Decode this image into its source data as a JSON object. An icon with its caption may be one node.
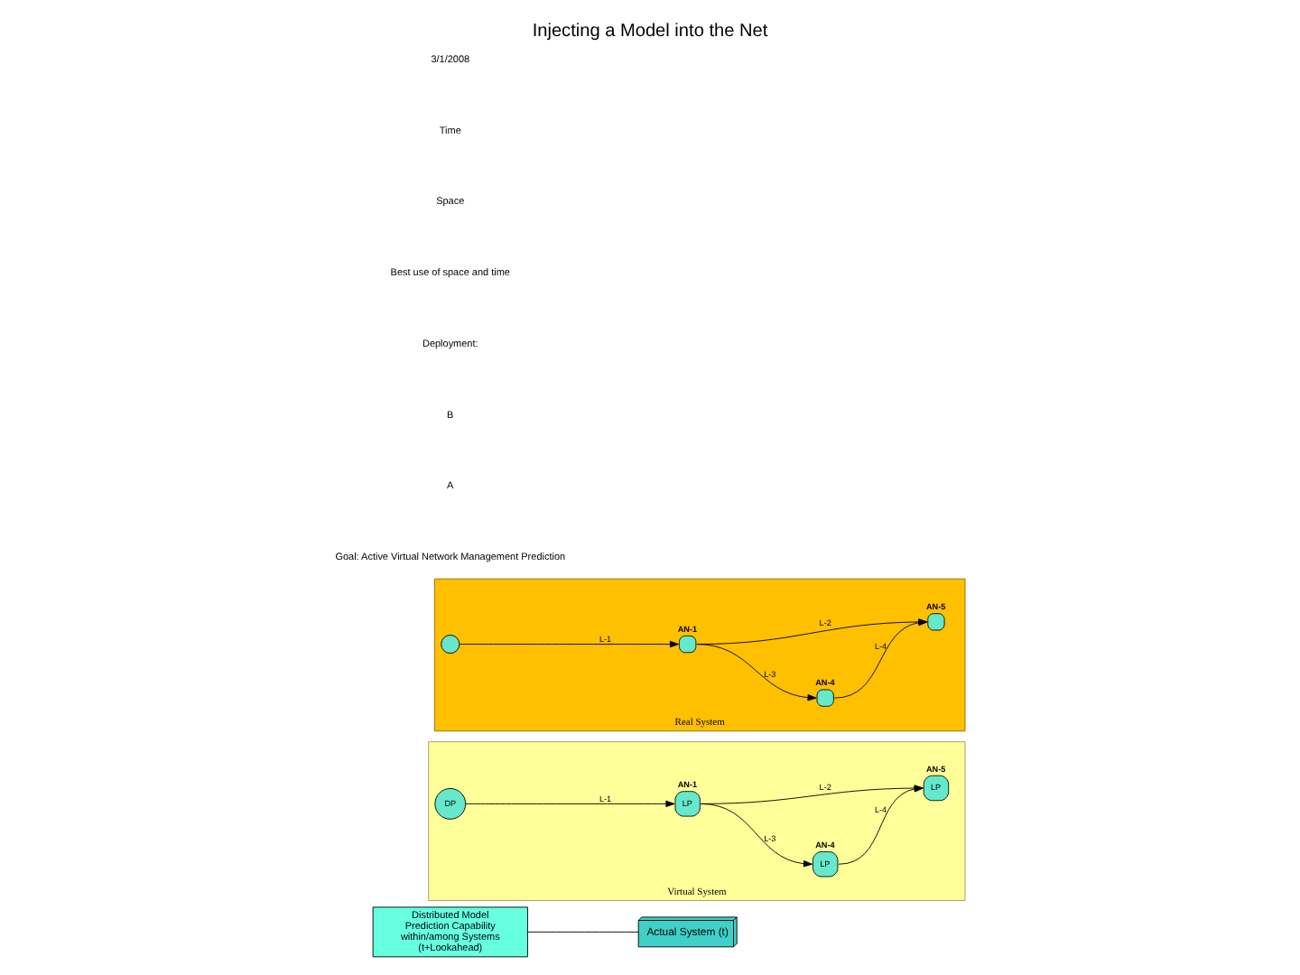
{
  "diagram": {
    "title": "Injecting a Model into the Net",
    "nodes": [
      {
        "text": [
          "Actual System (t)"
        ]
      },
      {
        "text": [
          "Distributed Model Prediction Capability within/among Systems (t+Lookahead)"
        ]
      },
      {
        "text": [
          "Virtual System"
        ]
      },
      {
        "text": [
          "DP"
        ],
        "in": 2
      },
      {
        "text": [
          "LP"
        ],
        "in": 2,
        "beside": [
          "AN-1"
        ]
      },
      {
        "text": [
          "LP"
        ],
        "in": 2,
        "beside": [
          "AN-4"
        ]
      },
      {
        "text": [
          "LP"
        ],
        "in": 2,
        "beside": [
          "AN-5"
        ]
      },
      {
        "text": [
          "Real System"
        ]
      },
      {
        "text": [],
        "shape": "circle",
        "in": 7
      },
      {
        "text": [],
        "shape": "circle",
        "in": 7,
        "beside": [
          "AN-1"
        ]
      },
      {
        "text": [],
        "shape": "circle",
        "in": 7,
        "beside": [
          "AN-4"
        ]
      },
      {
        "text": [],
        "shape": "circle",
        "in": 7,
        "beside": [
          "AN-5"
        ]
      }
    ],
    "edges": [
      {
        "from": 1,
        "to": 0,
        "arrow": "none"
      },
      {
        "from": 3,
        "to": 4,
        "arrow": "to",
        "label": "L-1"
      },
      {
        "from": 4,
        "to": 6,
        "arrow": "to",
        "label": "L-2"
      },
      {
        "from": 4,
        "to": 5,
        "arrow": "to",
        "label": "L-3"
      },
      {
        "from": 5,
        "to": 6,
        "arrow": "to",
        "label": "L-4"
      },
      {
        "from": 8,
        "to": 9,
        "arrow": "to",
        "label": "L-1"
      },
      {
        "from": 9,
        "to": 11,
        "arrow": "to",
        "label": "L-2"
      },
      {
        "from": 9,
        "to": 10,
        "arrow": "to",
        "label": "L-3"
      },
      {
        "from": 10,
        "to": 11,
        "arrow": "to",
        "label": "L-4"
      }
    ],
    "labels": [
      "Goal: Active Virtual Network Management Prediction",
      "A",
      "B",
      "Deployment:",
      "Best use of space and time",
      "Space",
      "Time",
      "3/1/2008"
    ]
  }
}
